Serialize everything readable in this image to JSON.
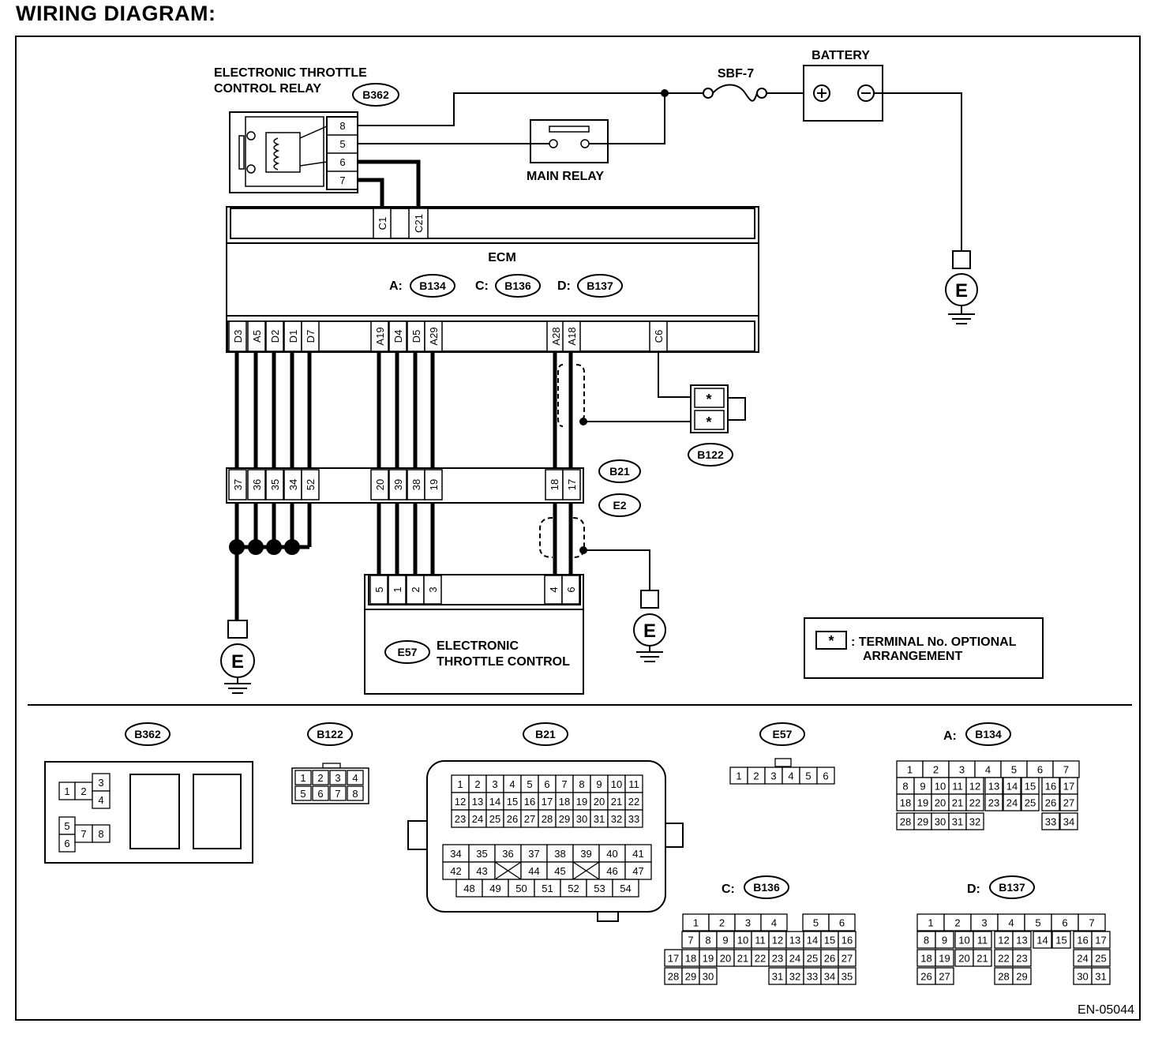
{
  "title": "WIRING DIAGRAM:",
  "figure_id": "EN-05044",
  "labels": {
    "relay_title": [
      "ELECTRONIC THROTTLE",
      "CONTROL RELAY"
    ],
    "main_relay": "MAIN RELAY",
    "fuse": "SBF-7",
    "battery": "BATTERY",
    "ecm": "ECM",
    "throttle_control": [
      "ELECTRONIC",
      "THROTTLE CONTROL"
    ],
    "ground": "E",
    "legend_line1": ": TERMINAL No. OPTIONAL",
    "legend_line2": "ARRANGEMENT",
    "asterisk": "*",
    "ecm_prefixes": [
      "A:",
      "C:",
      "D:"
    ]
  },
  "connectors": {
    "relay": "B362",
    "ecm_a": "B134",
    "ecm_c": "B136",
    "ecm_d": "B137",
    "joint": "B122",
    "harness_b": "B21",
    "harness_e": "E2",
    "etc": "E57"
  },
  "relay_pins": [
    "8",
    "5",
    "6",
    "7"
  ],
  "ecm_top_pins": [
    "C1",
    "C21"
  ],
  "ecm_bottom_pins": [
    "D3",
    "A5",
    "D2",
    "D1",
    "D7",
    "A19",
    "D4",
    "D5",
    "A29",
    "A28",
    "A18",
    "C6"
  ],
  "harness_pins": [
    "37",
    "36",
    "35",
    "34",
    "52",
    "20",
    "39",
    "38",
    "19",
    "18",
    "17"
  ],
  "etc_pins": [
    "5",
    "1",
    "2",
    "3",
    "4",
    "6"
  ],
  "connector_views": {
    "b362_pins": [
      "1",
      "2",
      "3",
      "4",
      "5",
      "6",
      "7",
      "8"
    ],
    "b122_pins": [
      "1",
      "2",
      "3",
      "4",
      "5",
      "6",
      "7",
      "8"
    ],
    "b21_rows": [
      [
        "1",
        "2",
        "3",
        "4",
        "5",
        "6",
        "7",
        "8",
        "9",
        "10",
        "11"
      ],
      [
        "12",
        "13",
        "14",
        "15",
        "16",
        "17",
        "18",
        "19",
        "20",
        "21",
        "22"
      ],
      [
        "23",
        "24",
        "25",
        "26",
        "27",
        "28",
        "29",
        "30",
        "31",
        "32",
        "33"
      ],
      [
        "34",
        "35",
        "36",
        "37",
        "38",
        "39",
        "40",
        "41"
      ],
      [
        "42",
        "43",
        "",
        "44",
        "45",
        "",
        "46",
        "47"
      ],
      [
        "48",
        "49",
        "50",
        "51",
        "52",
        "53",
        "54"
      ]
    ],
    "e57_pins": [
      "1",
      "2",
      "3",
      "4",
      "5",
      "6"
    ],
    "b134_rows": [
      [
        "1",
        "2",
        "3",
        "4",
        "5",
        "6",
        "7"
      ],
      [
        "8",
        "9",
        "10",
        "11",
        "12",
        "13",
        "14",
        "15",
        "16",
        "17"
      ],
      [
        "18",
        "19",
        "20",
        "21",
        "22",
        "23",
        "24",
        "25",
        "26",
        "27"
      ],
      [
        "28",
        "29",
        "30",
        "31",
        "32",
        "33",
        "34"
      ]
    ],
    "b136_rows": [
      [
        "1",
        "2",
        "3",
        "4",
        "5",
        "6"
      ],
      [
        "7",
        "8",
        "9",
        "10",
        "11",
        "12",
        "13",
        "14",
        "15",
        "16"
      ],
      [
        "17",
        "18",
        "19",
        "20",
        "21",
        "22",
        "23",
        "24",
        "25",
        "26",
        "27"
      ],
      [
        "28",
        "29",
        "30",
        "31",
        "32",
        "33",
        "34",
        "35"
      ]
    ],
    "b137_rows": [
      [
        "1",
        "2",
        "3",
        "4",
        "5",
        "6",
        "7"
      ],
      [
        "8",
        "9",
        "10",
        "11",
        "12",
        "13",
        "14",
        "15",
        "16",
        "17"
      ],
      [
        "18",
        "19",
        "20",
        "21",
        "22",
        "23",
        "24",
        "25"
      ],
      [
        "26",
        "27",
        "28",
        "29",
        "30",
        "31"
      ]
    ]
  }
}
